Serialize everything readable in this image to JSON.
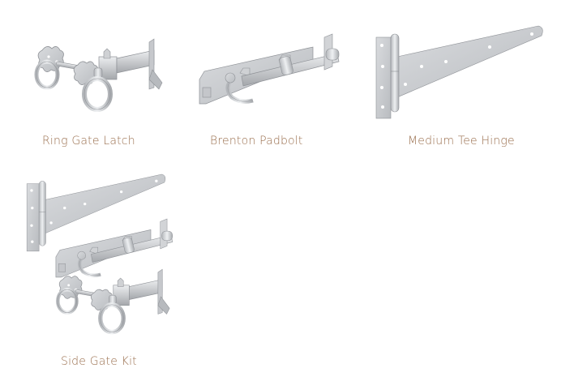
{
  "colors": {
    "background": "#ffffff",
    "label": "#9a6f4e",
    "metal_light": "#e2e3e5",
    "metal_mid": "#c4c6c9",
    "metal_dark": "#9a9da2",
    "metal_edge": "#85888d"
  },
  "products": [
    {
      "name": "Ring Gate Latch",
      "icon": "ring-gate-latch-image"
    },
    {
      "name": "Brenton Padbolt",
      "icon": "padbolt-image"
    },
    {
      "name": "Medium Tee Hinge",
      "icon": "tee-hinge-image"
    },
    {
      "name": "Side Gate Kit",
      "icon": "side-gate-kit-image"
    }
  ]
}
